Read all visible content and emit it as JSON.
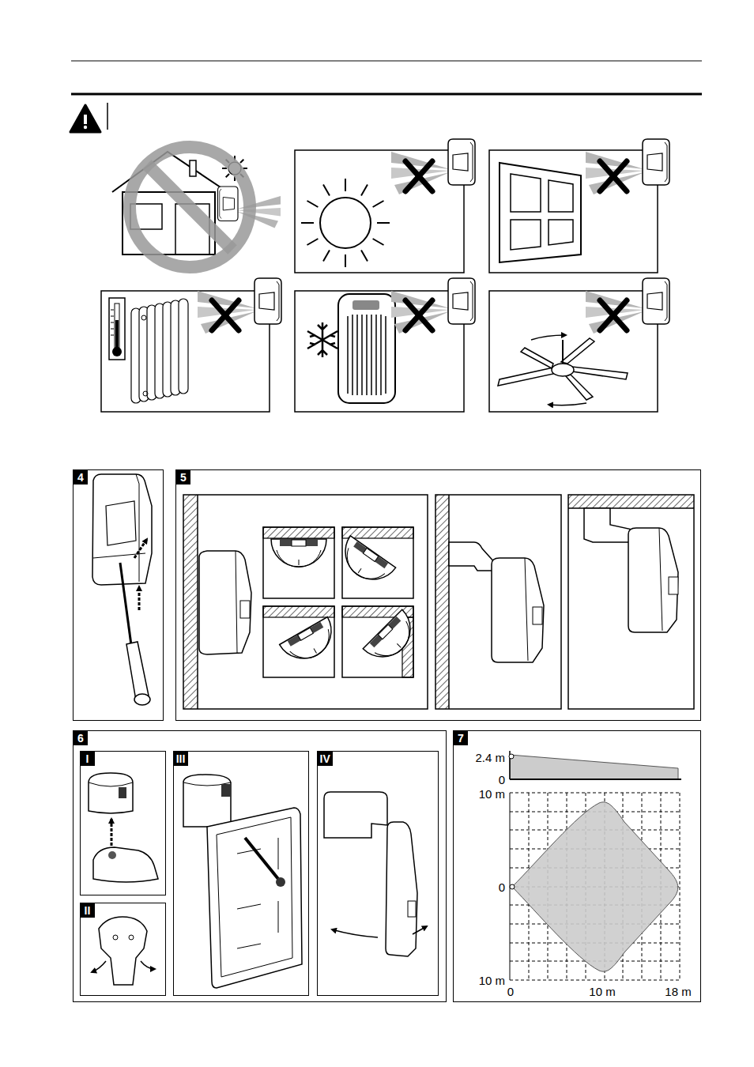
{
  "diagram": {
    "nodes": [
      {
        "text": [
          "4"
        ]
      },
      {
        "text": [
          "5"
        ]
      },
      {
        "text": [
          "6"
        ]
      },
      {
        "text": [
          "I"
        ],
        "in": 2
      },
      {
        "text": [
          "II"
        ],
        "in": 2
      },
      {
        "text": [
          "III"
        ],
        "in": 2
      },
      {
        "text": [
          "IV"
        ],
        "in": 2
      },
      {
        "text": [
          "7"
        ]
      }
    ],
    "labels": [
      "2.4 m",
      "0",
      "10 m",
      "0",
      "10 m",
      "0",
      "10 m",
      "18 m"
    ]
  }
}
